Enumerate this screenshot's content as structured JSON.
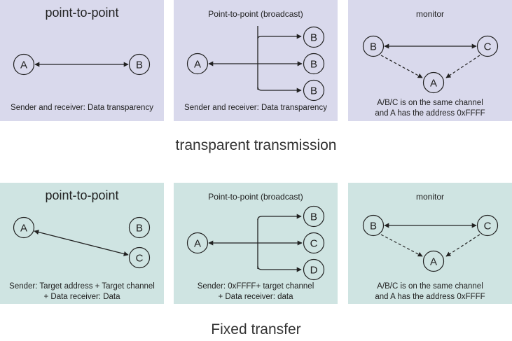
{
  "transparent": {
    "title": "transparent transmission",
    "p2p": {
      "title": "point-to-point",
      "node_a": "A",
      "node_b": "B",
      "caption": "Sender and receiver: Data transparency"
    },
    "broadcast": {
      "title": "Point-to-point (broadcast)",
      "node_a": "A",
      "nodes": [
        "B",
        "B",
        "B"
      ],
      "caption": "Sender and receiver: Data transparency"
    },
    "monitor": {
      "title": "monitor",
      "node_a": "A",
      "node_b": "B",
      "node_c": "C",
      "caption_line1": "A/B/C is on the same channel",
      "caption_line2": "and A has the address 0xFFFF"
    }
  },
  "fixed": {
    "title": "Fixed transfer",
    "p2p": {
      "title": "point-to-point",
      "node_a": "A",
      "node_b": "B",
      "node_c": "C",
      "caption_line1": "Sender: Target address + Target channel",
      "caption_line2": "+ Data receiver: Data"
    },
    "broadcast": {
      "title": "Point-to-point (broadcast)",
      "node_a": "A",
      "nodes": [
        "B",
        "C",
        "D"
      ],
      "caption_line1": "Sender: 0xFFFF+ target channel",
      "caption_line2": "+ Data receiver: data"
    },
    "monitor": {
      "title": "monitor",
      "node_a": "A",
      "node_b": "B",
      "node_c": "C",
      "caption_line1": "A/B/C is on the same channel",
      "caption_line2": "and A has the address 0xFFFF"
    }
  },
  "colors": {
    "panel_top": "#d9d9ec",
    "panel_bottom": "#cfe4e2",
    "stroke": "#222222"
  }
}
